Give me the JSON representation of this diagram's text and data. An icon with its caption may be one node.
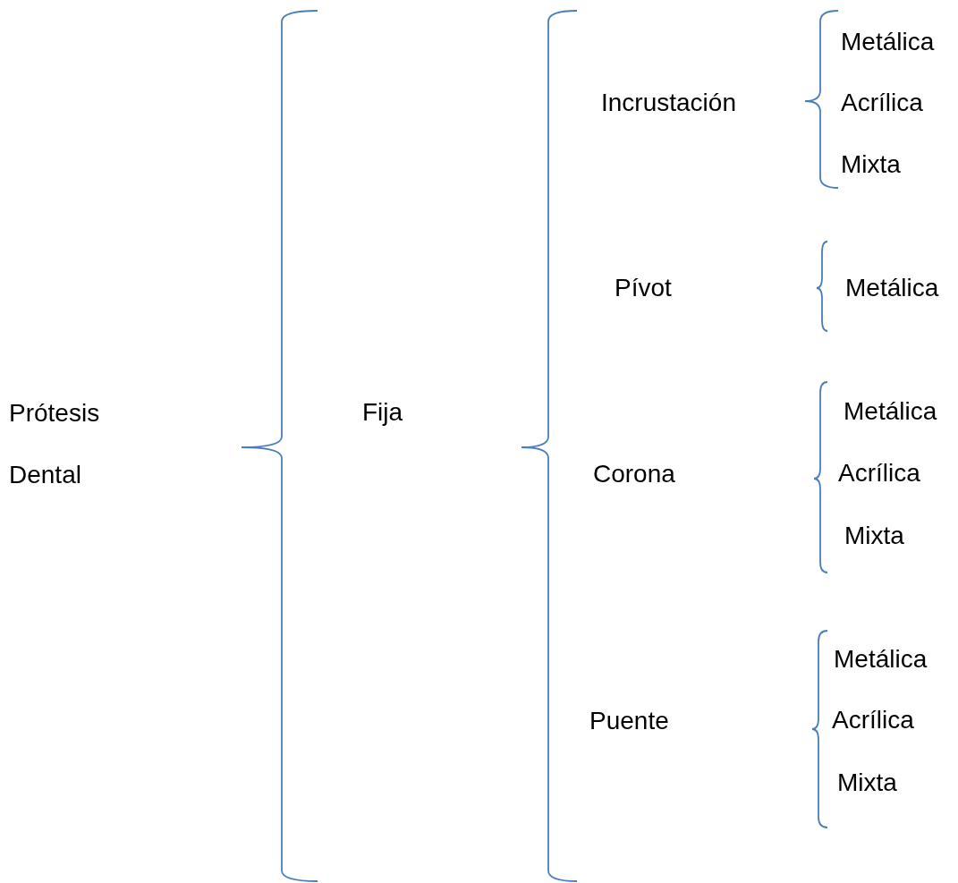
{
  "diagram": {
    "labels": [
      "Prótesis Dental",
      "Fija",
      "Incrustación",
      "Metálica",
      "Acrílica",
      "Mixta",
      "Pívot",
      "Metálica",
      "Corona",
      "Metálica",
      "Acrílica",
      "Mixta",
      "Puente",
      "Metálica",
      "Acrílica",
      "Mixta"
    ]
  }
}
